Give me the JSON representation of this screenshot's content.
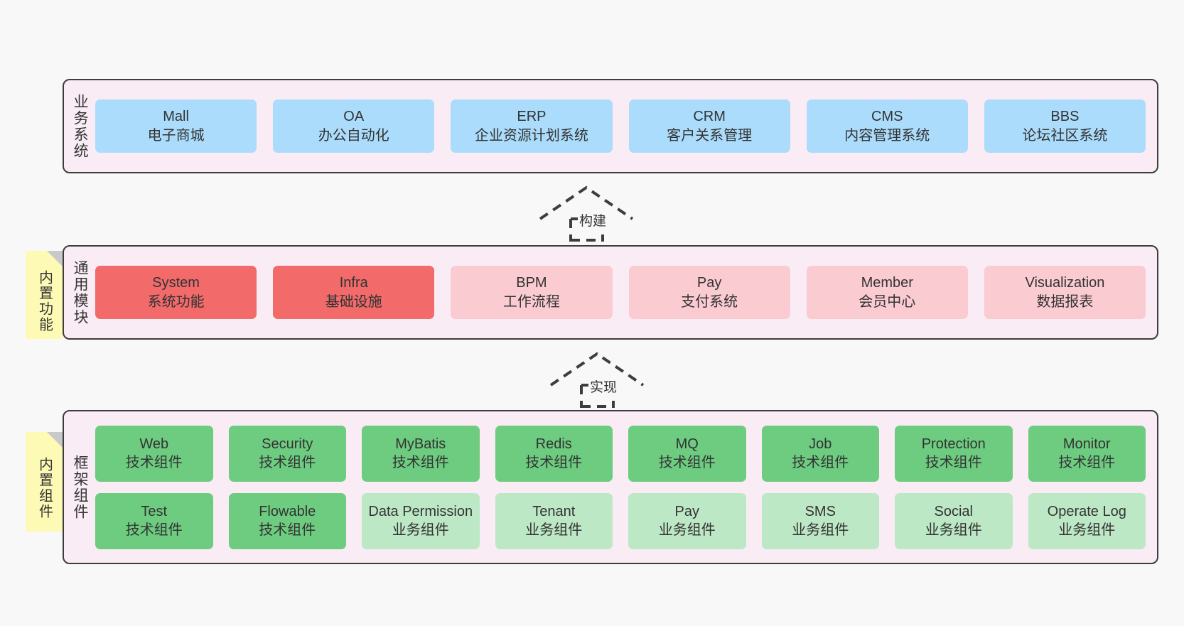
{
  "canvas": {
    "background": "#f8f8f8",
    "panel_fill": "#f9ecf5",
    "panel_stroke": "#3d3d3d",
    "note_fill": "#fcfab4",
    "note_fold": "#c9c9c9",
    "text_color": "#333333"
  },
  "layers": [
    {
      "id": "business-system",
      "title": "业务系统",
      "rows": [
        {
          "cells": [
            {
              "name": "mall",
              "en": "Mall",
              "cn": "电子商城",
              "color": "#abdcfb"
            },
            {
              "name": "oa",
              "en": "OA",
              "cn": "办公自动化",
              "color": "#abdcfb"
            },
            {
              "name": "erp",
              "en": "ERP",
              "cn": "企业资源计划系统",
              "color": "#abdcfb"
            },
            {
              "name": "crm",
              "en": "CRM",
              "cn": "客户关系管理",
              "color": "#abdcfb"
            },
            {
              "name": "cms",
              "en": "CMS",
              "cn": "内容管理系统",
              "color": "#abdcfb"
            },
            {
              "name": "bbs",
              "en": "BBS",
              "cn": "论坛社区系统",
              "color": "#abdcfb"
            }
          ]
        }
      ]
    },
    {
      "id": "common-module",
      "title": "通用模块",
      "note": "内置功能",
      "rows": [
        {
          "cells": [
            {
              "name": "system",
              "en": "System",
              "cn": "系统功能",
              "color": "#f26a6a"
            },
            {
              "name": "infra",
              "en": "Infra",
              "cn": "基础设施",
              "color": "#f26a6a"
            },
            {
              "name": "bpm",
              "en": "BPM",
              "cn": "工作流程",
              "color": "#fbcbd2"
            },
            {
              "name": "pay",
              "en": "Pay",
              "cn": "支付系统",
              "color": "#fbcbd2"
            },
            {
              "name": "member",
              "en": "Member",
              "cn": "会员中心",
              "color": "#fbcbd2"
            },
            {
              "name": "visualization",
              "en": "Visualization",
              "cn": "数据报表",
              "color": "#fbcbd2"
            }
          ]
        }
      ]
    },
    {
      "id": "framework-component",
      "title": "框架组件",
      "note": "内置组件",
      "rows": [
        {
          "cells": [
            {
              "name": "web",
              "en": "Web",
              "cn": "技术组件",
              "color": "#6dcc80"
            },
            {
              "name": "security",
              "en": "Security",
              "cn": "技术组件",
              "color": "#6dcc80"
            },
            {
              "name": "mybatis",
              "en": "MyBatis",
              "cn": "技术组件",
              "color": "#6dcc80"
            },
            {
              "name": "redis",
              "en": "Redis",
              "cn": "技术组件",
              "color": "#6dcc80"
            },
            {
              "name": "mq",
              "en": "MQ",
              "cn": "技术组件",
              "color": "#6dcc80"
            },
            {
              "name": "job",
              "en": "Job",
              "cn": "技术组件",
              "color": "#6dcc80"
            },
            {
              "name": "protection",
              "en": "Protection",
              "cn": "技术组件",
              "color": "#6dcc80"
            },
            {
              "name": "monitor",
              "en": "Monitor",
              "cn": "技术组件",
              "color": "#6dcc80"
            }
          ]
        },
        {
          "cells": [
            {
              "name": "test",
              "en": "Test",
              "cn": "技术组件",
              "color": "#6dcc80"
            },
            {
              "name": "flowable",
              "en": "Flowable",
              "cn": "技术组件",
              "color": "#6dcc80"
            },
            {
              "name": "data-permission",
              "en": "Data Permission",
              "cn": "业务组件",
              "color": "#bde8c5"
            },
            {
              "name": "tenant",
              "en": "Tenant",
              "cn": "业务组件",
              "color": "#bde8c5"
            },
            {
              "name": "pay-component",
              "en": "Pay",
              "cn": "业务组件",
              "color": "#bde8c5"
            },
            {
              "name": "sms",
              "en": "SMS",
              "cn": "业务组件",
              "color": "#bde8c5"
            },
            {
              "name": "social",
              "en": "Social",
              "cn": "业务组件",
              "color": "#bde8c5"
            },
            {
              "name": "operate-log",
              "en": "Operate Log",
              "cn": "业务组件",
              "color": "#bde8c5"
            }
          ]
        }
      ]
    }
  ],
  "connectors": [
    {
      "id": "build",
      "label": "构建"
    },
    {
      "id": "implement",
      "label": "实现"
    }
  ]
}
